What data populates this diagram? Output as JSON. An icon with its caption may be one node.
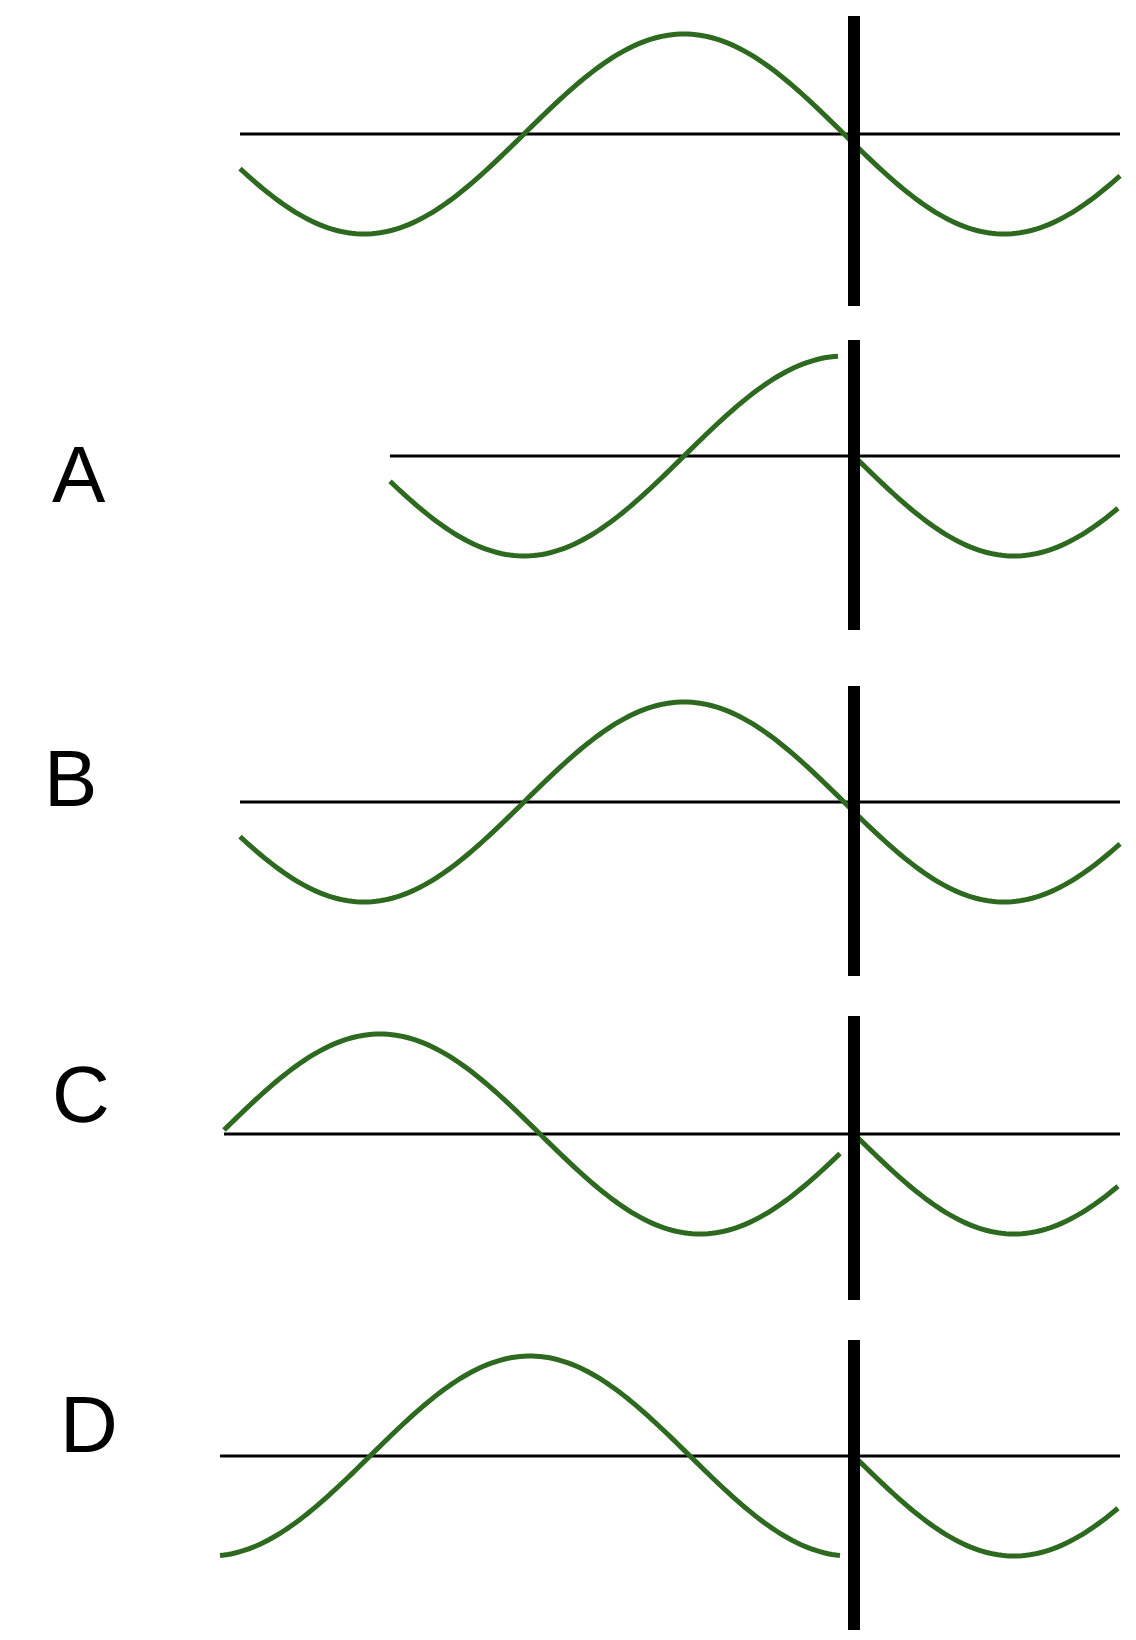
{
  "diagram": {
    "labels": [
      "A",
      "B",
      "C",
      "D"
    ]
  }
}
